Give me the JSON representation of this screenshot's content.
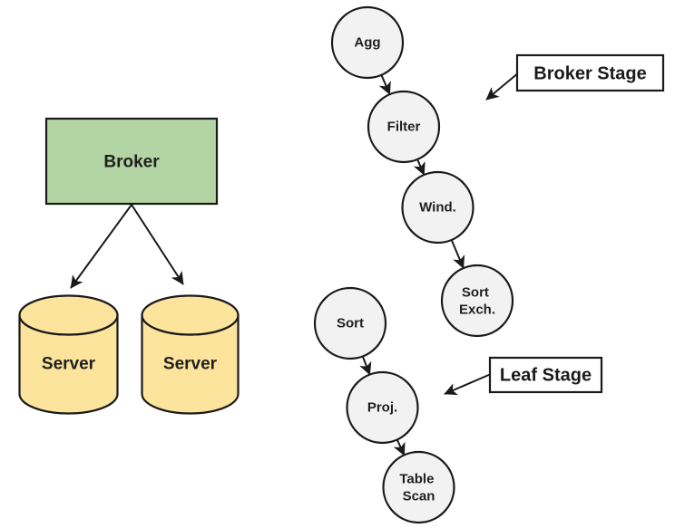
{
  "diagram": {
    "colors": {
      "background": "#ffffff",
      "stroke": "#1a1a1a",
      "broker_fill": "#b3d5a4",
      "server_fill": "#fce49c",
      "node_fill": "#f2f2f2",
      "callout_fill": "#ffffff"
    },
    "cluster": {
      "broker_label": "Broker",
      "server_labels": [
        "Server",
        "Server"
      ]
    },
    "plan": {
      "broker_stage_nodes": [
        {
          "lines": [
            "Agg"
          ]
        },
        {
          "lines": [
            "Filter"
          ]
        },
        {
          "lines": [
            "Wind."
          ]
        },
        {
          "lines": [
            "Sort",
            "Exch."
          ]
        }
      ],
      "leaf_stage_nodes": [
        {
          "lines": [
            "Sort"
          ]
        },
        {
          "lines": [
            "Proj."
          ]
        },
        {
          "lines": [
            "Table",
            "Scan"
          ]
        }
      ]
    },
    "callouts": {
      "broker_stage": "Broker Stage",
      "leaf_stage": "Leaf Stage"
    }
  }
}
